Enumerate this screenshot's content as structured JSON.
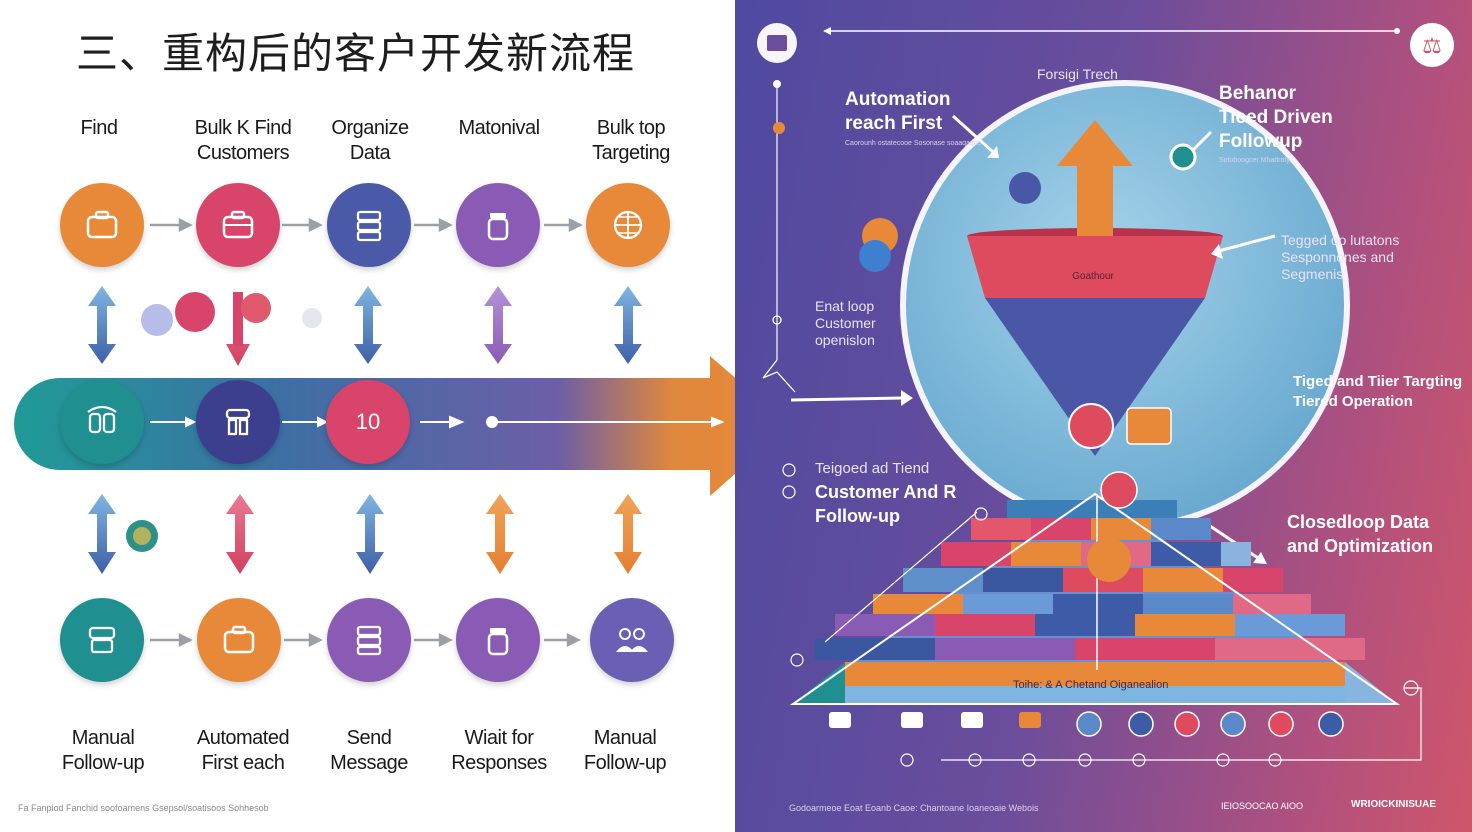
{
  "title": "三、重构后的客户开发新流程",
  "top_labels": [
    "Find",
    "Bulk K Find\nCustomers",
    "Organize\nData",
    "Matonival",
    "Bulk top\nTargeting"
  ],
  "bottom_labels": [
    "Manual\nFollow-up",
    "Automated\nFirst each",
    "Send\nMessage",
    "Wiait for\nResponses",
    "Manual\nFollow-up"
  ],
  "middle_circle_number": "10",
  "left_footer": "Fa Fanpiod Fanchid soofoamens Gsepsol/soatisoos Sohhesob",
  "right": {
    "top_label": "Forsigi Trech",
    "automation": "Automation\nreach First",
    "automation_sub": "Caorounh ostatecooe\nSosonase soaaqaqce",
    "behavior": "Behanor\nTieed Driven\nFollowup",
    "behavior_sub": "Sotoboogcer Mhattroty",
    "tagged_top": "Tegged oo lutatons\nSesponnones and\nSegmenis",
    "first_loop": "Enat loop\nCustomer\nopenislon",
    "funnel_label": "Goathour",
    "tiered_targeting": "Tiged and Tiier Targting\nTiered Operation",
    "tagged_small": "Teigoed ad Tiend",
    "customer_follow": "Customer And R\nFollow-up",
    "closed_loop": "Closedloop Data\nand Optimization",
    "pyramid_label": "Toihe: & A Chetand Oiganealion",
    "bottom_footer": "Godoarmeoe Eoat Eoanb Caoe: Chantoane Ioaneoaie Webois",
    "brand_left": "IEIOSOOCAO AIOO",
    "brand_right": "WRIOICKINISUAE"
  },
  "colors": {
    "orange": "#e8893a",
    "pink": "#d9456a",
    "indigo": "#4a5aa8",
    "purple": "#8a5bb5",
    "teal": "#1f8f8f",
    "funnel_red": "#de4a5e",
    "funnel_blue": "#4a56a6",
    "sphere": "#7ab8d8"
  }
}
